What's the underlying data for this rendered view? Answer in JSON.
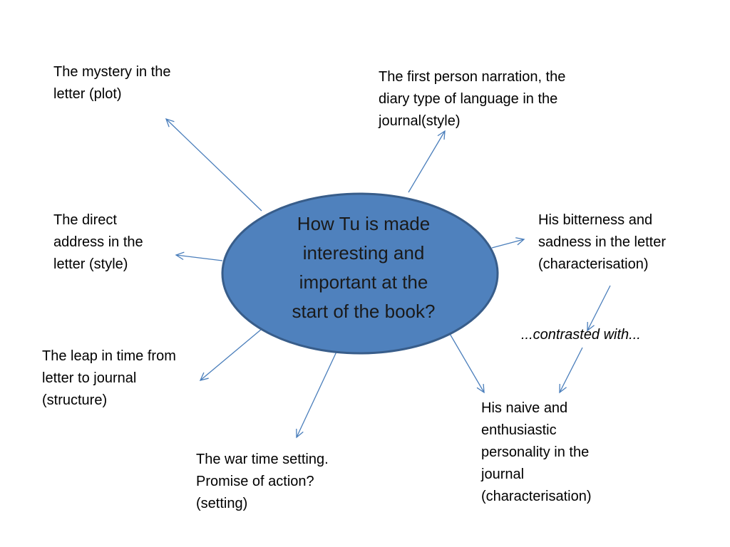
{
  "diagram": {
    "center": {
      "lines": [
        "How Tu is made",
        "interesting and",
        "important at the",
        "start of the book?"
      ]
    },
    "branches": [
      {
        "id": "mystery",
        "lines": [
          "The mystery in the",
          "letter (plot)"
        ]
      },
      {
        "id": "first-person",
        "lines": [
          "The first person narration, the",
          "diary type of language in the",
          "journal(style)"
        ]
      },
      {
        "id": "direct-address",
        "lines": [
          "The direct",
          "address in the",
          "letter (style)"
        ]
      },
      {
        "id": "bitterness",
        "lines": [
          "His bitterness and",
          "sadness in the letter",
          "(characterisation)"
        ]
      },
      {
        "id": "contrast",
        "lines": [
          "...contrasted with..."
        ]
      },
      {
        "id": "leap",
        "lines": [
          "The leap in time from",
          "letter to journal",
          "(structure)"
        ]
      },
      {
        "id": "naive",
        "lines": [
          "His naive and",
          "enthusiastic",
          "personality  in the",
          "journal",
          "(characterisation)"
        ]
      },
      {
        "id": "war",
        "lines": [
          "The war time setting.",
          "Promise of action?",
          "(setting)"
        ]
      }
    ],
    "colors": {
      "ellipse_fill": "#4f81bd",
      "ellipse_stroke": "#385d8a",
      "arrow": "#4a7ebb"
    }
  }
}
